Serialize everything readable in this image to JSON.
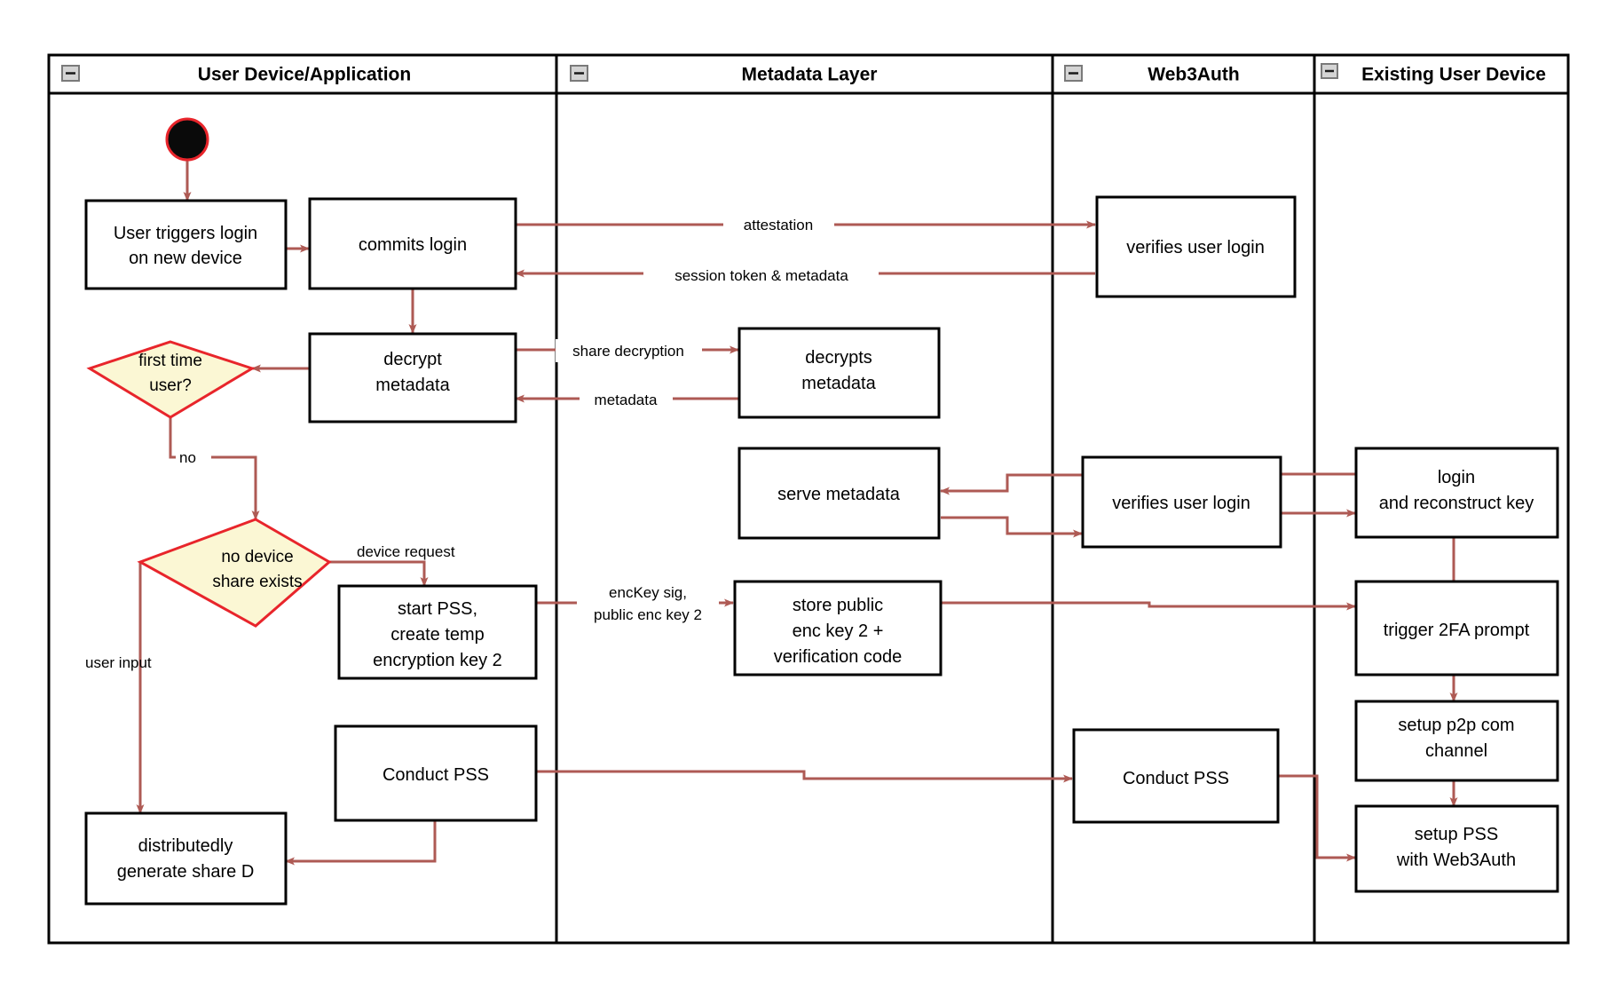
{
  "diagram": {
    "type": "swimlane-activity-diagram",
    "colors": {
      "flow_arrow": "#ae5a54",
      "decision_fill": "#fbf7d4",
      "decision_border": "#e8252b",
      "node_border": "#000000",
      "node_fill": "#ffffff",
      "start_node_fill": "#0a0a0a",
      "start_node_border": "#e8252b",
      "background": "#ffffff"
    },
    "lanes": [
      {
        "id": "lane-user-device",
        "title": "User Device/Application",
        "collapse_icon": "minus-icon"
      },
      {
        "id": "lane-metadata",
        "title": "Metadata Layer",
        "collapse_icon": "minus-icon"
      },
      {
        "id": "lane-web3auth",
        "title": "Web3Auth",
        "collapse_icon": "minus-icon"
      },
      {
        "id": "lane-existing-device",
        "title": "Existing User Device",
        "collapse_icon": "minus-icon"
      }
    ],
    "nodes": [
      {
        "id": "start",
        "shape": "start-circle",
        "lane": "lane-user-device",
        "label": ""
      },
      {
        "id": "user-triggers-login",
        "shape": "rect",
        "lane": "lane-user-device",
        "lines": [
          "User triggers login",
          "on new device"
        ]
      },
      {
        "id": "commits-login",
        "shape": "rect",
        "lane": "lane-user-device",
        "lines": [
          "commits login"
        ]
      },
      {
        "id": "decrypt-metadata",
        "shape": "rect",
        "lane": "lane-user-device",
        "lines": [
          "decrypt",
          "metadata"
        ]
      },
      {
        "id": "first-time-user",
        "shape": "diamond",
        "lane": "lane-user-device",
        "lines": [
          "first time",
          "user?"
        ]
      },
      {
        "id": "no-device-share-exists",
        "shape": "diamond",
        "lane": "lane-user-device",
        "lines": [
          "no device",
          "share exists"
        ]
      },
      {
        "id": "start-pss-create-temp-key",
        "shape": "rect",
        "lane": "lane-user-device",
        "lines": [
          "start PSS,",
          "create temp",
          "encryption key 2"
        ]
      },
      {
        "id": "conduct-pss-user",
        "shape": "rect",
        "lane": "lane-user-device",
        "lines": [
          "Conduct PSS"
        ]
      },
      {
        "id": "distributedly-generate-share-d",
        "shape": "rect",
        "lane": "lane-user-device",
        "lines": [
          "distributedly",
          "generate share D"
        ]
      },
      {
        "id": "decrypts-metadata",
        "shape": "rect",
        "lane": "lane-metadata",
        "lines": [
          "decrypts",
          "metadata"
        ]
      },
      {
        "id": "serve-metadata",
        "shape": "rect",
        "lane": "lane-metadata",
        "lines": [
          "serve metadata"
        ]
      },
      {
        "id": "store-public-enc-key",
        "shape": "rect",
        "lane": "lane-metadata",
        "lines": [
          "store public",
          "enc key 2 +",
          "verification code"
        ]
      },
      {
        "id": "verifies-user-login-1",
        "shape": "rect",
        "lane": "lane-web3auth",
        "lines": [
          "verifies user login"
        ]
      },
      {
        "id": "verifies-user-login-2",
        "shape": "rect",
        "lane": "lane-web3auth",
        "lines": [
          "verifies user login"
        ]
      },
      {
        "id": "conduct-pss-web3auth",
        "shape": "rect",
        "lane": "lane-web3auth",
        "lines": [
          "Conduct PSS"
        ]
      },
      {
        "id": "login-and-reconstruct-key",
        "shape": "rect",
        "lane": "lane-existing-device",
        "lines": [
          "login",
          "and reconstruct key"
        ]
      },
      {
        "id": "trigger-2fa-prompt",
        "shape": "rect",
        "lane": "lane-existing-device",
        "lines": [
          "trigger 2FA prompt"
        ]
      },
      {
        "id": "setup-p2p-com-channel",
        "shape": "rect",
        "lane": "lane-existing-device",
        "lines": [
          "setup p2p com",
          "channel"
        ]
      },
      {
        "id": "setup-pss-with-web3auth",
        "shape": "rect",
        "lane": "lane-existing-device",
        "lines": [
          "setup PSS",
          "with Web3Auth"
        ]
      }
    ],
    "edge_labels": [
      {
        "id": "label-attestation",
        "text": "attestation"
      },
      {
        "id": "label-session-token",
        "text": "session token & metadata"
      },
      {
        "id": "label-share-decryption",
        "text": "share decryption"
      },
      {
        "id": "label-metadata",
        "text": "metadata"
      },
      {
        "id": "label-no",
        "text": "no"
      },
      {
        "id": "label-device-request",
        "text": "device request"
      },
      {
        "id": "label-user-input",
        "text": "user input"
      },
      {
        "id": "label-enckey-sig-1",
        "text": "encKey sig,"
      },
      {
        "id": "label-enckey-sig-2",
        "text": "public enc key 2"
      }
    ]
  }
}
